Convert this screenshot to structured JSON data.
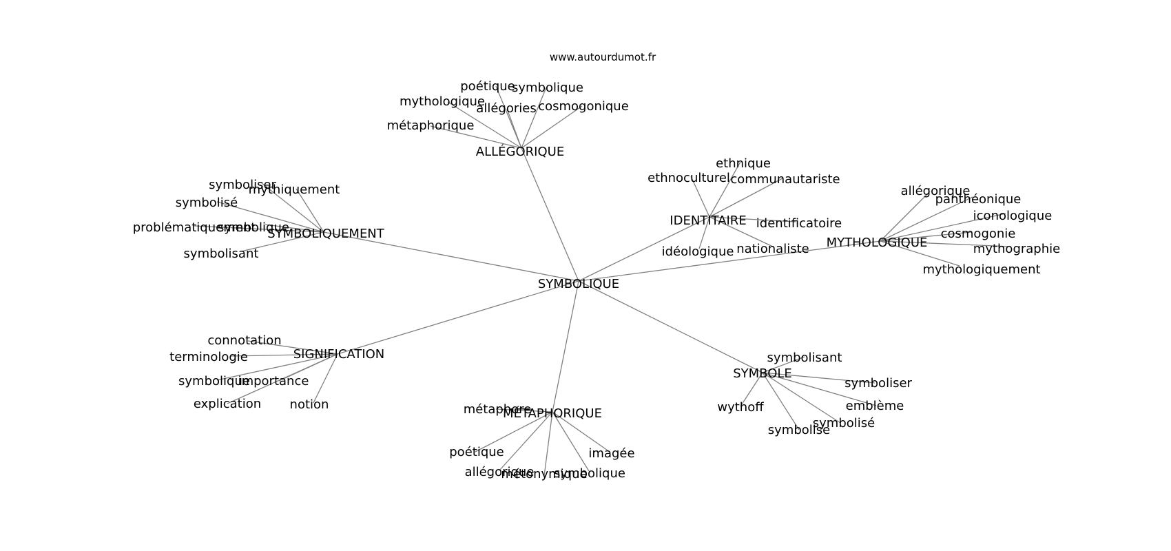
{
  "source_label": "www.autourdumot.fr",
  "graph": {
    "center": "SYMBOLIQUE",
    "hubs": [
      {
        "id": "allegorique",
        "label": "ALLÉGORIQUE",
        "leaves": [
          "poétique",
          "symbolique",
          "mythologique",
          "allégories",
          "cosmogonique",
          "métaphorique"
        ]
      },
      {
        "id": "symboliquement",
        "label": "SYMBOLIQUEMENT",
        "leaves": [
          "symboliser",
          "mythiquement",
          "symbolisé",
          "problématiquement",
          "symbolique",
          "symbolisant"
        ]
      },
      {
        "id": "identitaire",
        "label": "IDENTITAIRE",
        "leaves": [
          "ethnique",
          "ethnoculturel",
          "communautariste",
          "identificatoire",
          "idéologique",
          "nationaliste"
        ]
      },
      {
        "id": "mythologique",
        "label": "MYTHOLOGIQUE",
        "leaves": [
          "allégorique",
          "panthéonique",
          "iconologique",
          "cosmogonie",
          "mythographie",
          "mythologiquement"
        ]
      },
      {
        "id": "signification",
        "label": "SIGNIFICATION",
        "leaves": [
          "connotation",
          "terminologie",
          "symbolique",
          "importance",
          "explication",
          "notion"
        ]
      },
      {
        "id": "metaphorique",
        "label": "MÉTAPHORIQUE",
        "leaves": [
          "métaphore",
          "poétique",
          "imagée",
          "allégorique",
          "métonymique",
          "symbolique"
        ]
      },
      {
        "id": "symbole",
        "label": "SYMBOLE",
        "leaves": [
          "symbolisant",
          "symboliser",
          "emblème",
          "wythoff",
          "symbolisé",
          "symbolise"
        ]
      }
    ]
  }
}
